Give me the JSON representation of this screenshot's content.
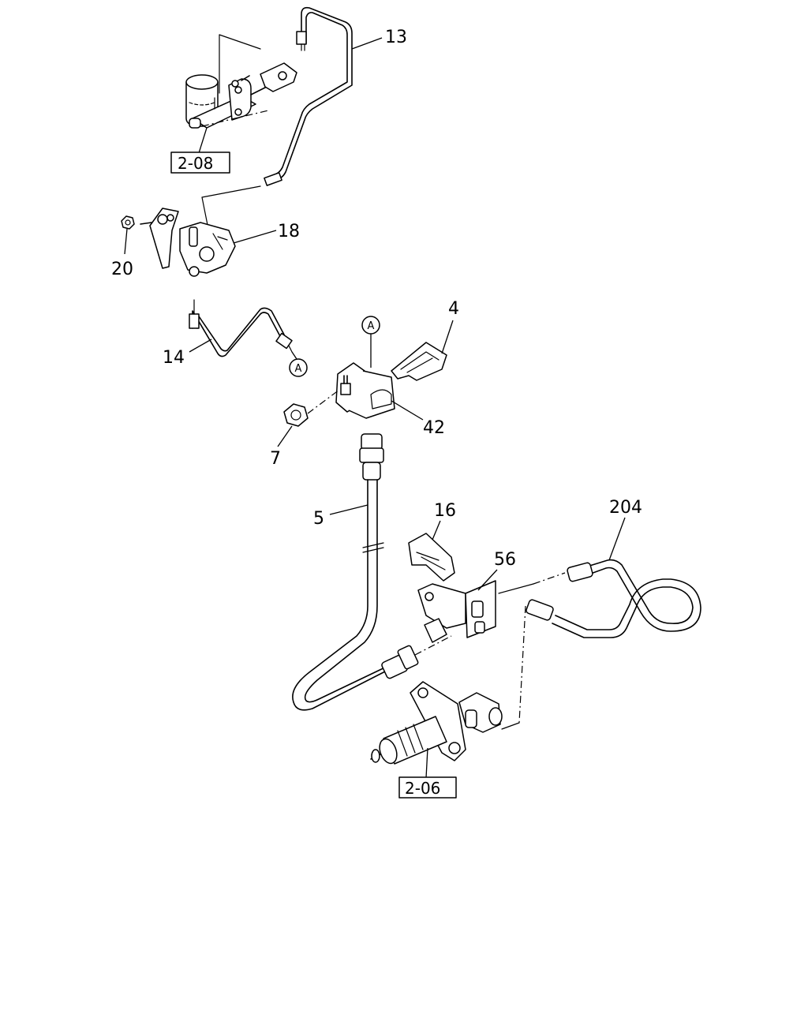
{
  "callouts": {
    "c13": "13",
    "c18": "18",
    "c20": "20",
    "c14": "14",
    "c4": "4",
    "c42": "42",
    "c7": "7",
    "c5": "5",
    "c16": "16",
    "c56": "56",
    "c204": "204"
  },
  "references": {
    "r208": "2-08",
    "r206": "2-06"
  },
  "markers": {
    "a1": "A",
    "a2": "A"
  }
}
